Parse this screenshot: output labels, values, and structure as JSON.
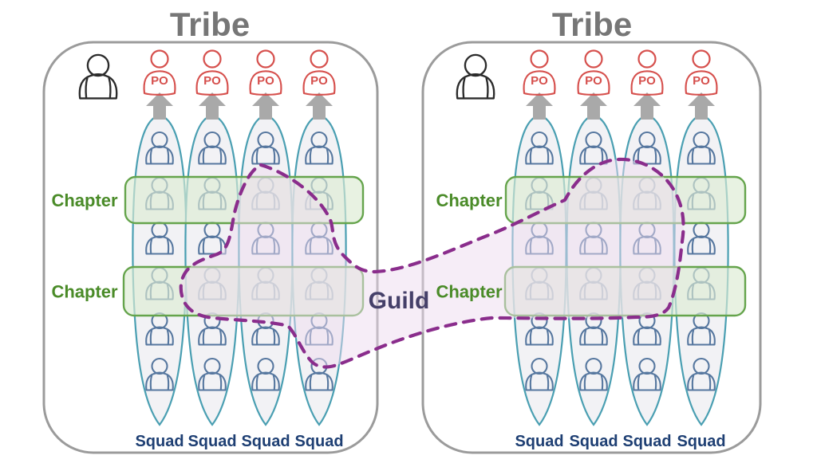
{
  "figure": {
    "guild": {
      "label": "Guild"
    },
    "tribes": [
      {
        "title": "Tribe",
        "chapters": [
          {
            "label": "Chapter"
          },
          {
            "label": "Chapter"
          }
        ],
        "squads": [
          {
            "label": "Squad",
            "po_label": "PO"
          },
          {
            "label": "Squad",
            "po_label": "PO"
          },
          {
            "label": "Squad",
            "po_label": "PO"
          },
          {
            "label": "Squad",
            "po_label": "PO"
          }
        ],
        "members_per_squad": 6
      },
      {
        "title": "Tribe",
        "chapters": [
          {
            "label": "Chapter"
          },
          {
            "label": "Chapter"
          }
        ],
        "squads": [
          {
            "label": "Squad",
            "po_label": "PO"
          },
          {
            "label": "Squad",
            "po_label": "PO"
          },
          {
            "label": "Squad",
            "po_label": "PO"
          },
          {
            "label": "Squad",
            "po_label": "PO"
          }
        ],
        "members_per_squad": 6
      }
    ],
    "colors": {
      "tribe_border": "#9b9b9b",
      "title_text": "#767676",
      "po_red": "#d6504d",
      "arrow_gray": "#a9a9a9",
      "squad_outline": "#4a9fb2",
      "squad_fill": "#f1f1f4",
      "member_outline": "#56779f",
      "lead_outline": "#2b2b2b",
      "chapter_border": "#65a44c",
      "chapter_fill": "#dcebd3",
      "chapter_text": "#4a8b28",
      "squad_text": "#1e3f73",
      "guild_border": "#8a2d8c",
      "guild_fill": "#eddcef",
      "guild_text": "#454069"
    }
  }
}
